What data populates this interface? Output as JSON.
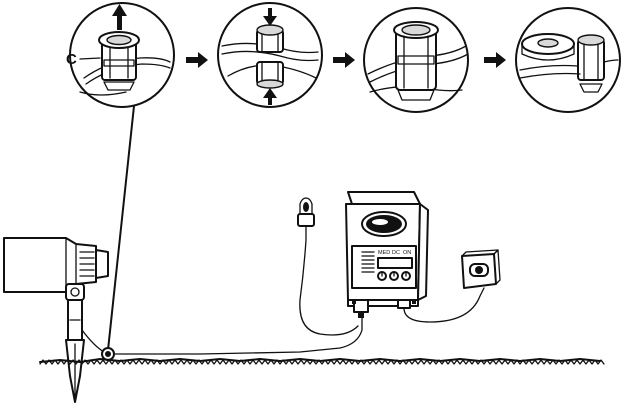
{
  "callout_label": "C",
  "controls": {
    "switch_labels": [
      "MED",
      "DC",
      "ON"
    ]
  }
}
